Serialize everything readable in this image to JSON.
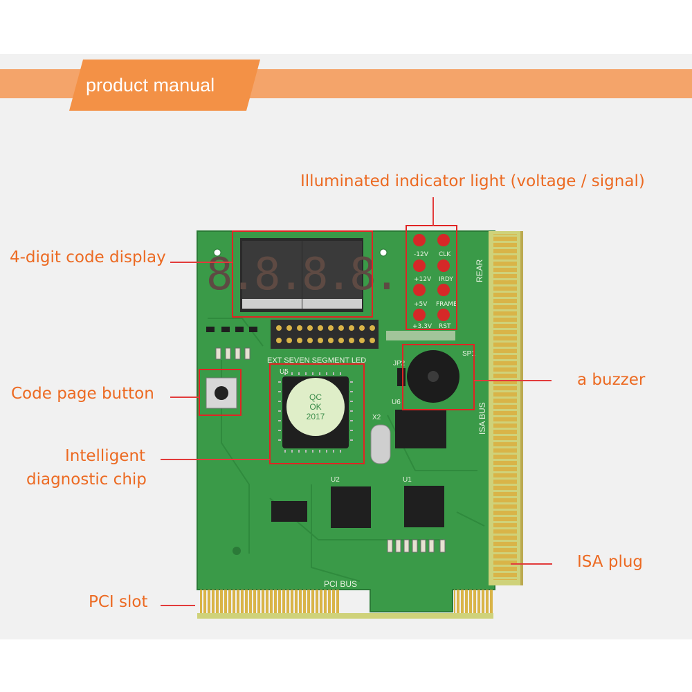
{
  "header": {
    "title": "product manual"
  },
  "callouts": {
    "indicator_light": "Illuminated indicator light (voltage / signal)",
    "code_display": "4-digit code display",
    "page_button": "Code page button",
    "chip_line1": "Intelligent",
    "chip_line2": "diagnostic chip",
    "buzzer": "a buzzer",
    "isa_plug": "ISA plug",
    "pci_slot": "PCI slot"
  },
  "board_text": {
    "display_digits": "8.8.8.8.",
    "seven_seg_label": "EXT SEVEN SEGMENT LED",
    "rear": "REAR",
    "isa_bus": "ISA BUS",
    "pci_bus": "PCI BUS",
    "sp1": "SP1",
    "jp2": "JP2",
    "qc_sticker": {
      "line1": "QC",
      "line2": "OK",
      "line3": "2017"
    },
    "led_labels": [
      "-12V",
      "CLK",
      "+12V",
      "IRDY",
      "+5V",
      "FRAME",
      "+3.3V",
      "RST"
    ],
    "chip_labels": {
      "u1": "U1",
      "u2": "U2",
      "u5": "U5",
      "u6": "U6",
      "x2": "X2"
    }
  },
  "colors": {
    "accent": "#ec6a22",
    "header_tab": "#f39146",
    "header_band": "#f4a46a",
    "pcb": "#3a9a48",
    "gold": "#d8b24a",
    "callout": "#e23b3b"
  }
}
